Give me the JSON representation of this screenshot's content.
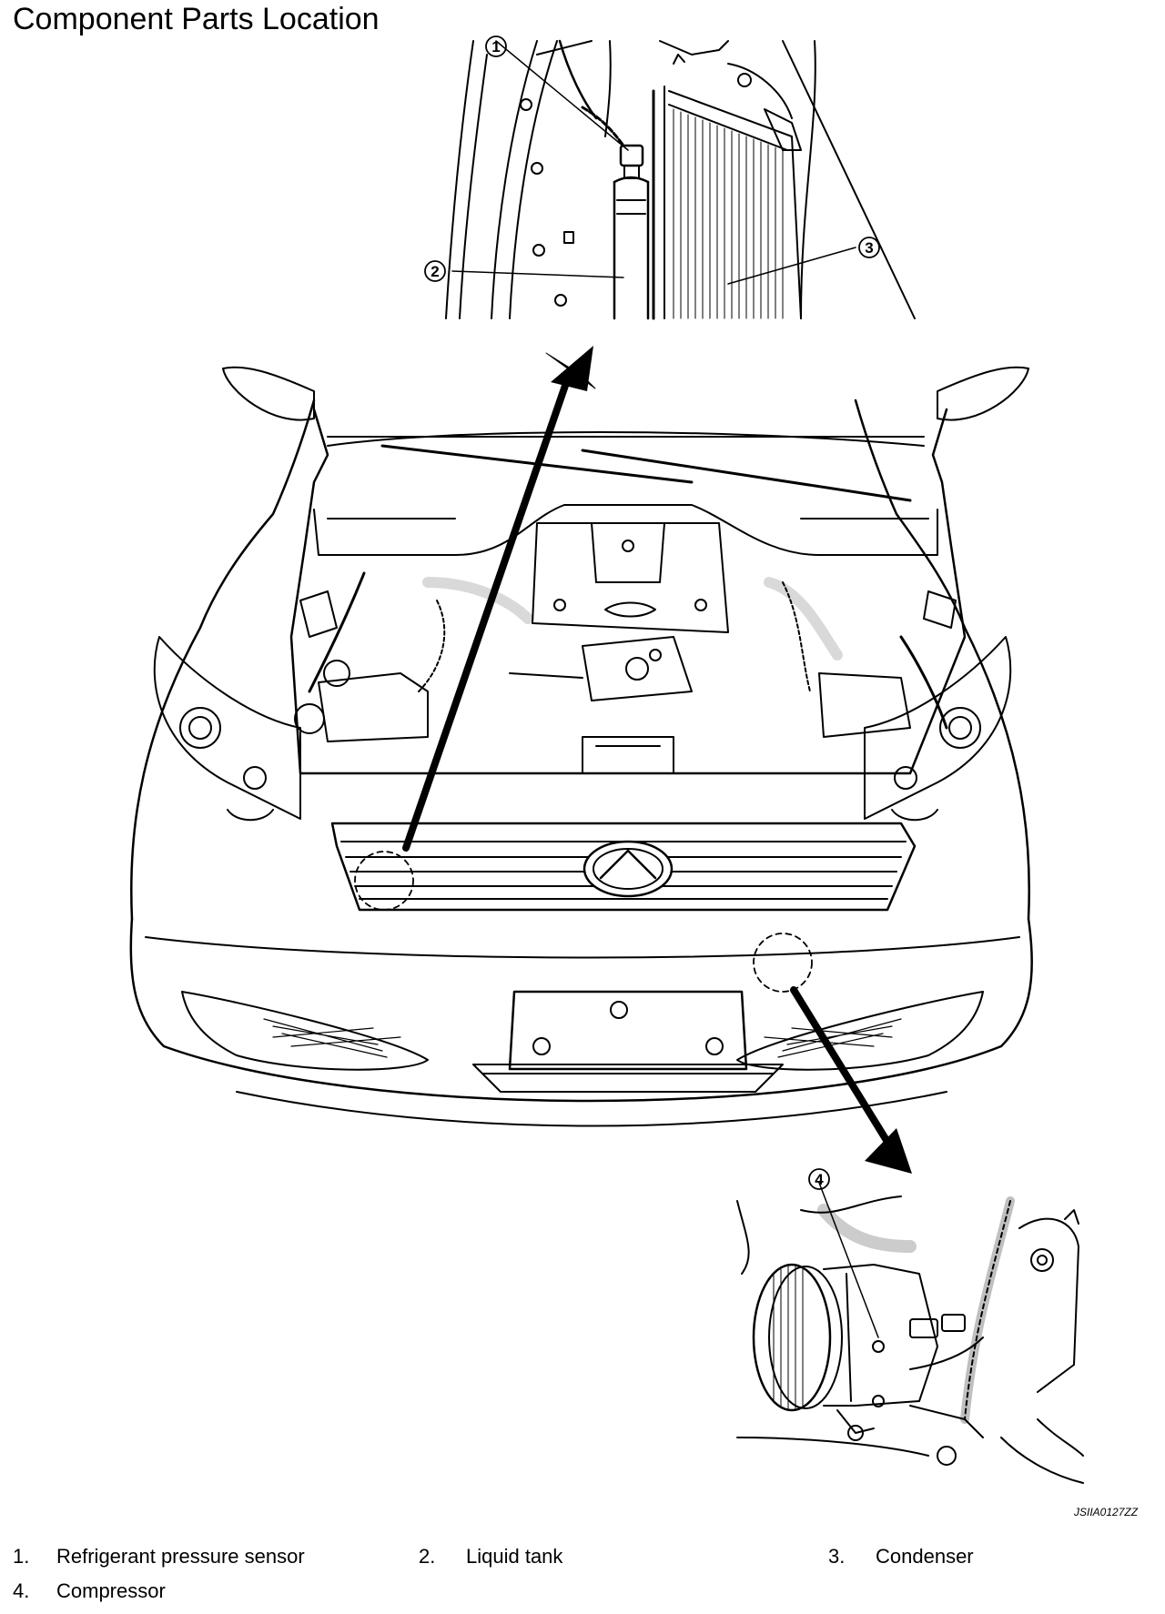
{
  "title": "Component Parts Location",
  "image_code": "JSIIA0127ZZ",
  "callouts": [
    {
      "id": "1",
      "symbol": "①"
    },
    {
      "id": "2",
      "symbol": "②"
    },
    {
      "id": "3",
      "symbol": "③"
    },
    {
      "id": "4",
      "symbol": "④"
    }
  ],
  "legend": [
    {
      "num": "1.",
      "label": "Refrigerant pressure sensor"
    },
    {
      "num": "2.",
      "label": "Liquid tank"
    },
    {
      "num": "3.",
      "label": "Condenser"
    },
    {
      "num": "4.",
      "label": "Compressor"
    }
  ]
}
